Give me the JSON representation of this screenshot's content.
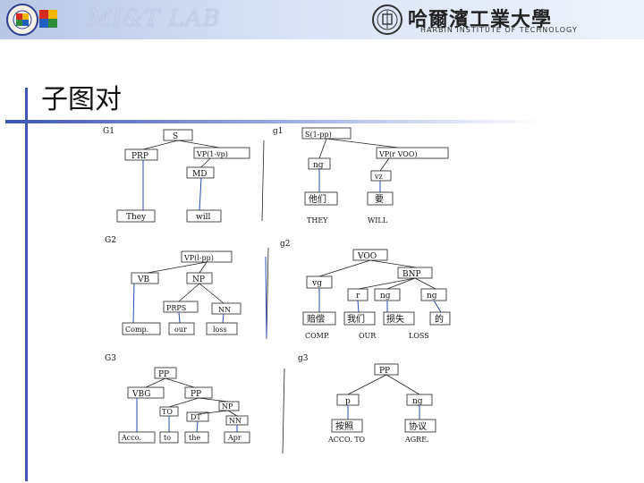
{
  "header": {
    "lab_name": "MI&T LAB",
    "logo_ring_text": "Lab of Machine Intelligence & Translation",
    "university_cn": "哈爾濱工業大學",
    "university_en": "HARBIN INSTITUTE OF TECHNOLOGY"
  },
  "slide": {
    "title": "子图对"
  },
  "colors": {
    "accent": "#3d55b5",
    "header_bg": "#b9c7e6",
    "tree_link": "#2a4bb0"
  },
  "figure": {
    "panels": {
      "G1": "G1",
      "g1": "g1",
      "G2": "G2",
      "g2": "g2",
      "G3": "G3",
      "g3": "g3"
    },
    "G1": {
      "S": "S",
      "PRP": "PRP",
      "VP": "VP(1-vp)",
      "MD": "MD",
      "They": "They",
      "will": "will"
    },
    "g1": {
      "S": "S(1-pp)",
      "VP": "VP(r VOO)",
      "ng": "ng",
      "vz": "vz",
      "w1": "他们",
      "w2": "要",
      "e1": "THEY",
      "e2": "WILL"
    },
    "G2": {
      "VP": "VP(l-pp)",
      "VB": "VB",
      "NP": "NP",
      "PRPS": "PRPS",
      "NN": "NN",
      "w1": "Comp.",
      "w2": "our",
      "w3": "loss"
    },
    "g2": {
      "VOO": "VOO",
      "BNP": "BNP",
      "vg": "vg",
      "r": "r",
      "ng1": "ng",
      "ng2": "ng",
      "w1": "赔偿",
      "w2": "我们",
      "w3": "损失",
      "w4": "的",
      "e1": "COMP.",
      "e2": "OUR",
      "e3": "LOSS"
    },
    "G3": {
      "PP": "PP",
      "VBG": "VBG",
      "PP2": "PP",
      "TO": "TO",
      "NP": "NP",
      "DT": "DT",
      "NN": "NN",
      "w1": "Acco.",
      "w2": "to",
      "w3": "the",
      "w4": "Apr"
    },
    "g3": {
      "PP": "PP",
      "p": "p",
      "ng": "ng",
      "w1": "按照",
      "w2": "协议",
      "e1": "ACCO. TO",
      "e2": "AGRE."
    }
  }
}
